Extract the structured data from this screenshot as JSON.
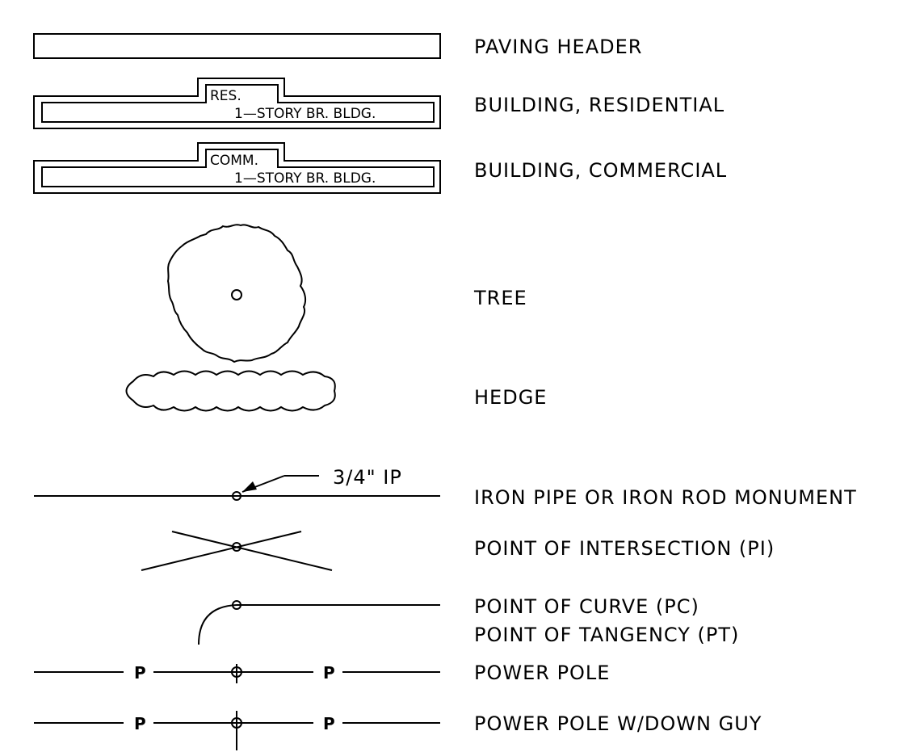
{
  "legend": {
    "paving_header": "PAVING HEADER",
    "building_residential": "BUILDING, RESIDENTIAL",
    "building_commercial": "BUILDING, COMMERCIAL",
    "tree": "TREE",
    "hedge": "HEDGE",
    "iron_pipe": "IRON PIPE OR IRON ROD MONUMENT",
    "point_of_intersection": "POINT OF INTERSECTION (PI)",
    "point_of_curve": "POINT OF CURVE (PC)",
    "point_of_tangency": "POINT OF TANGENCY (PT)",
    "power_pole": "POWER POLE",
    "power_pole_down_guy": "POWER POLE W/DOWN GUY"
  },
  "symbols": {
    "res_tag": "RES.",
    "comm_tag": "COMM.",
    "bldg_text": "1—STORY BR. BLDG.",
    "iron_pipe_callout": "3/4\" IP",
    "pole_letter": "P"
  }
}
